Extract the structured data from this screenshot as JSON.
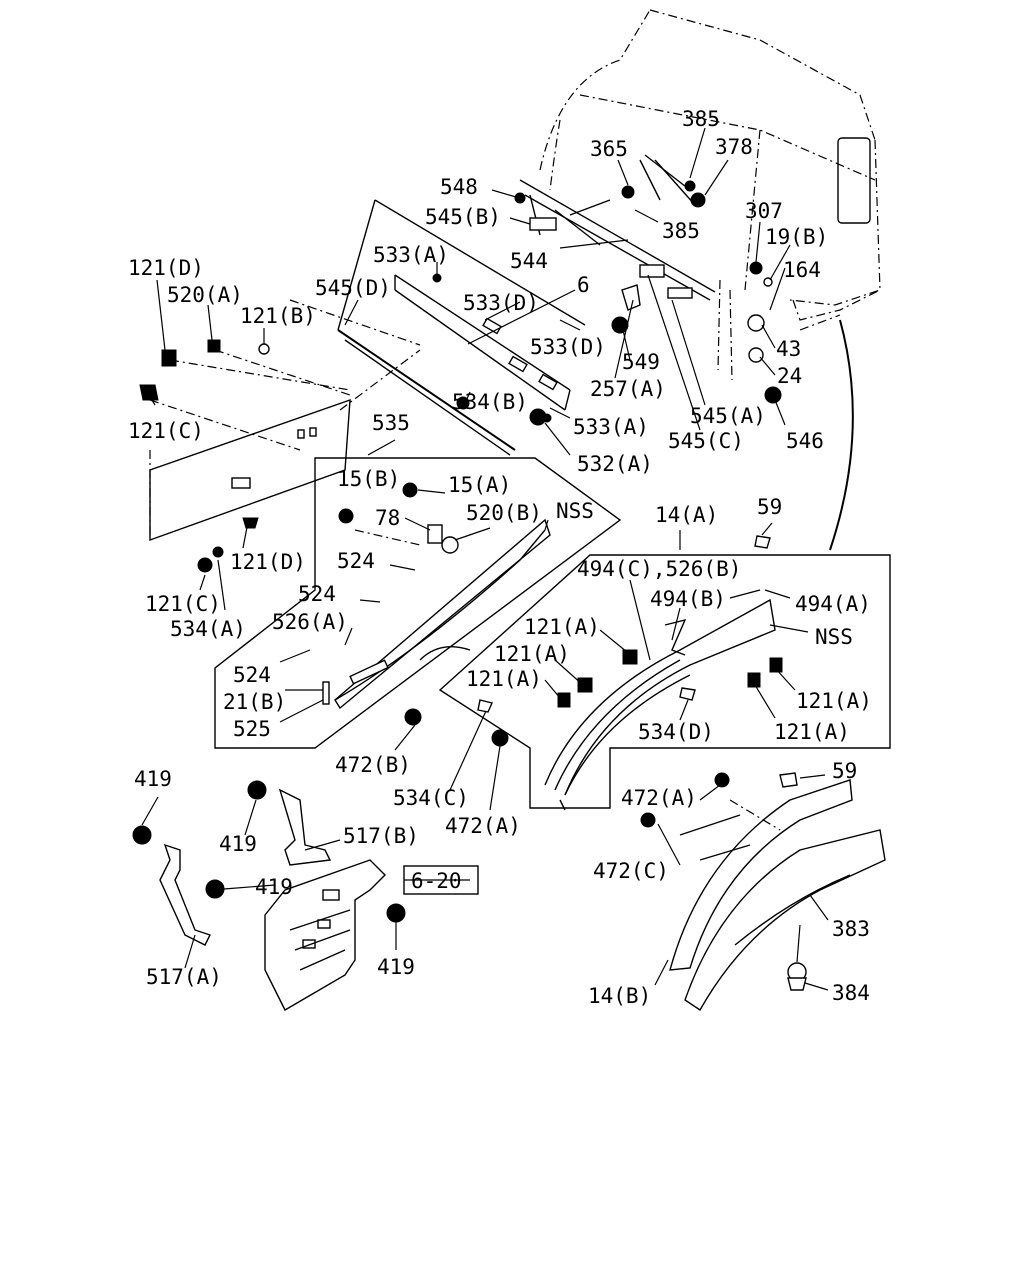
{
  "diagram": {
    "ref_box_label": "6-20",
    "labels": [
      {
        "id": "385-top",
        "text": "385"
      },
      {
        "id": "378",
        "text": "378"
      },
      {
        "id": "365",
        "text": "365"
      },
      {
        "id": "548",
        "text": "548"
      },
      {
        "id": "385-mid",
        "text": "385"
      },
      {
        "id": "545B",
        "text": "545(B)"
      },
      {
        "id": "307",
        "text": "307"
      },
      {
        "id": "19B",
        "text": "19(B)"
      },
      {
        "id": "533A-top",
        "text": "533(A)"
      },
      {
        "id": "544",
        "text": "544"
      },
      {
        "id": "164",
        "text": "164"
      },
      {
        "id": "121D-top",
        "text": "121(D)"
      },
      {
        "id": "545D",
        "text": "545(D)"
      },
      {
        "id": "6",
        "text": "6"
      },
      {
        "id": "520A",
        "text": "520(A)"
      },
      {
        "id": "533D-1",
        "text": "533(D)"
      },
      {
        "id": "121B",
        "text": "121(B)"
      },
      {
        "id": "533D-2",
        "text": "533(D)"
      },
      {
        "id": "43",
        "text": "43"
      },
      {
        "id": "549",
        "text": "549"
      },
      {
        "id": "24",
        "text": "24"
      },
      {
        "id": "257A",
        "text": "257(A)"
      },
      {
        "id": "534B",
        "text": "534(B)"
      },
      {
        "id": "545A",
        "text": "545(A)"
      },
      {
        "id": "121C-top",
        "text": "121(C)"
      },
      {
        "id": "533A-bot",
        "text": "533(A)"
      },
      {
        "id": "535",
        "text": "535"
      },
      {
        "id": "545C",
        "text": "545(C)"
      },
      {
        "id": "546",
        "text": "546"
      },
      {
        "id": "532A",
        "text": "532(A)"
      },
      {
        "id": "15B",
        "text": "15(B)"
      },
      {
        "id": "15A",
        "text": "15(A)"
      },
      {
        "id": "59-top",
        "text": "59"
      },
      {
        "id": "78",
        "text": "78"
      },
      {
        "id": "520B",
        "text": "520(B)"
      },
      {
        "id": "NSS-1",
        "text": "NSS"
      },
      {
        "id": "14A",
        "text": "14(A)"
      },
      {
        "id": "524-1",
        "text": "524"
      },
      {
        "id": "121D-bot",
        "text": "121(D)"
      },
      {
        "id": "494C526B",
        "text": "494(C),526(B)"
      },
      {
        "id": "494B",
        "text": "494(B)"
      },
      {
        "id": "494A",
        "text": "494(A)"
      },
      {
        "id": "524-2",
        "text": "524"
      },
      {
        "id": "121C-bot",
        "text": "121(C)"
      },
      {
        "id": "526A",
        "text": "526(A)"
      },
      {
        "id": "534A",
        "text": "534(A)"
      },
      {
        "id": "121A-1",
        "text": "121(A)"
      },
      {
        "id": "NSS-2",
        "text": "NSS"
      },
      {
        "id": "121A-2",
        "text": "121(A)"
      },
      {
        "id": "524-3",
        "text": "524"
      },
      {
        "id": "121A-3",
        "text": "121(A)"
      },
      {
        "id": "121A-4",
        "text": "121(A)"
      },
      {
        "id": "21B",
        "text": "21(B)"
      },
      {
        "id": "525",
        "text": "525"
      },
      {
        "id": "534D",
        "text": "534(D)"
      },
      {
        "id": "121A-5",
        "text": "121(A)"
      },
      {
        "id": "472B",
        "text": "472(B)"
      },
      {
        "id": "419-1",
        "text": "419"
      },
      {
        "id": "59-bot",
        "text": "59"
      },
      {
        "id": "534C",
        "text": "534(C)"
      },
      {
        "id": "472A-1",
        "text": "472(A)"
      },
      {
        "id": "472A-2",
        "text": "472(A)"
      },
      {
        "id": "419-2",
        "text": "419"
      },
      {
        "id": "517B",
        "text": "517(B)"
      },
      {
        "id": "472C",
        "text": "472(C)"
      },
      {
        "id": "419-3",
        "text": "419"
      },
      {
        "id": "383",
        "text": "383"
      },
      {
        "id": "419-4",
        "text": "419"
      },
      {
        "id": "517A",
        "text": "517(A)"
      },
      {
        "id": "384",
        "text": "384"
      },
      {
        "id": "14B",
        "text": "14(B)"
      }
    ]
  }
}
